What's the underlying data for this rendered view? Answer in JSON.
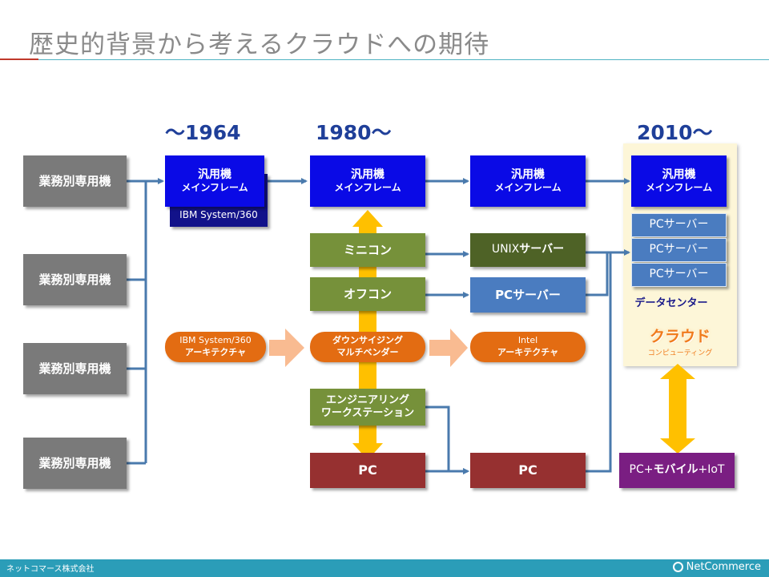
{
  "title": "歴史的背景から考えるクラウドへの期待",
  "eras": [
    "～1964",
    "1980～",
    "2010～"
  ],
  "legacy": {
    "box1": "業務別専用機",
    "box2": "業務別専用機",
    "box3": "業務別専用機",
    "box4": "業務別専用機"
  },
  "mainframe1": {
    "line1": "汎用機",
    "line2": "メインフレーム"
  },
  "ibm_360": "IBM System/360",
  "mainframe2": {
    "line1": "汎用機",
    "line2": "メインフレーム"
  },
  "mainframe3": {
    "line1": "汎用機",
    "line2": "メインフレーム"
  },
  "mainframe4": {
    "line1": "汎用機",
    "line2": "メインフレーム"
  },
  "minicon": "ミニコン",
  "offcon": "オフコン",
  "unix_server": {
    "prefix": "UNIX",
    "suffix": "サーバー"
  },
  "pc_server_mid": "PCサーバー",
  "dc_servers": {
    "s1": "PCサーバー",
    "s2": "PCサーバー",
    "s3": "PCサーバー"
  },
  "datacenter_label": "データセンター",
  "cloud_label": "クラウド",
  "cloud_sub": "コンピューティング",
  "arch1": {
    "line1": "IBM System/360",
    "line2": "アーキテクチャ"
  },
  "arch2": {
    "line1": "ダウンサイジング",
    "line2": "マルチベンダー"
  },
  "arch3": {
    "line1": "Intel",
    "line2": "アーキテクチャ"
  },
  "ews": {
    "line1": "エンジニアリング",
    "line2": "ワークステーション"
  },
  "pc1": "PC",
  "pc2": "PC",
  "pc_mobile": {
    "a": "PC+",
    "b": "モバイル",
    "c": "+IoT"
  },
  "footer": {
    "company": "ネットコマース株式会社",
    "logo_text": "NetCommerce"
  },
  "colors": {
    "gray": "#7a7a7a",
    "blue": "#0a0ae6",
    "navy": "#12128a",
    "green": "#76913a",
    "steel": "#4a7cc0",
    "maroon": "#963030",
    "purple": "#7a1e82",
    "orange": "#e36c12",
    "gold": "#ffc000",
    "peach": "#f9bb91",
    "line": "#4a7aad"
  }
}
